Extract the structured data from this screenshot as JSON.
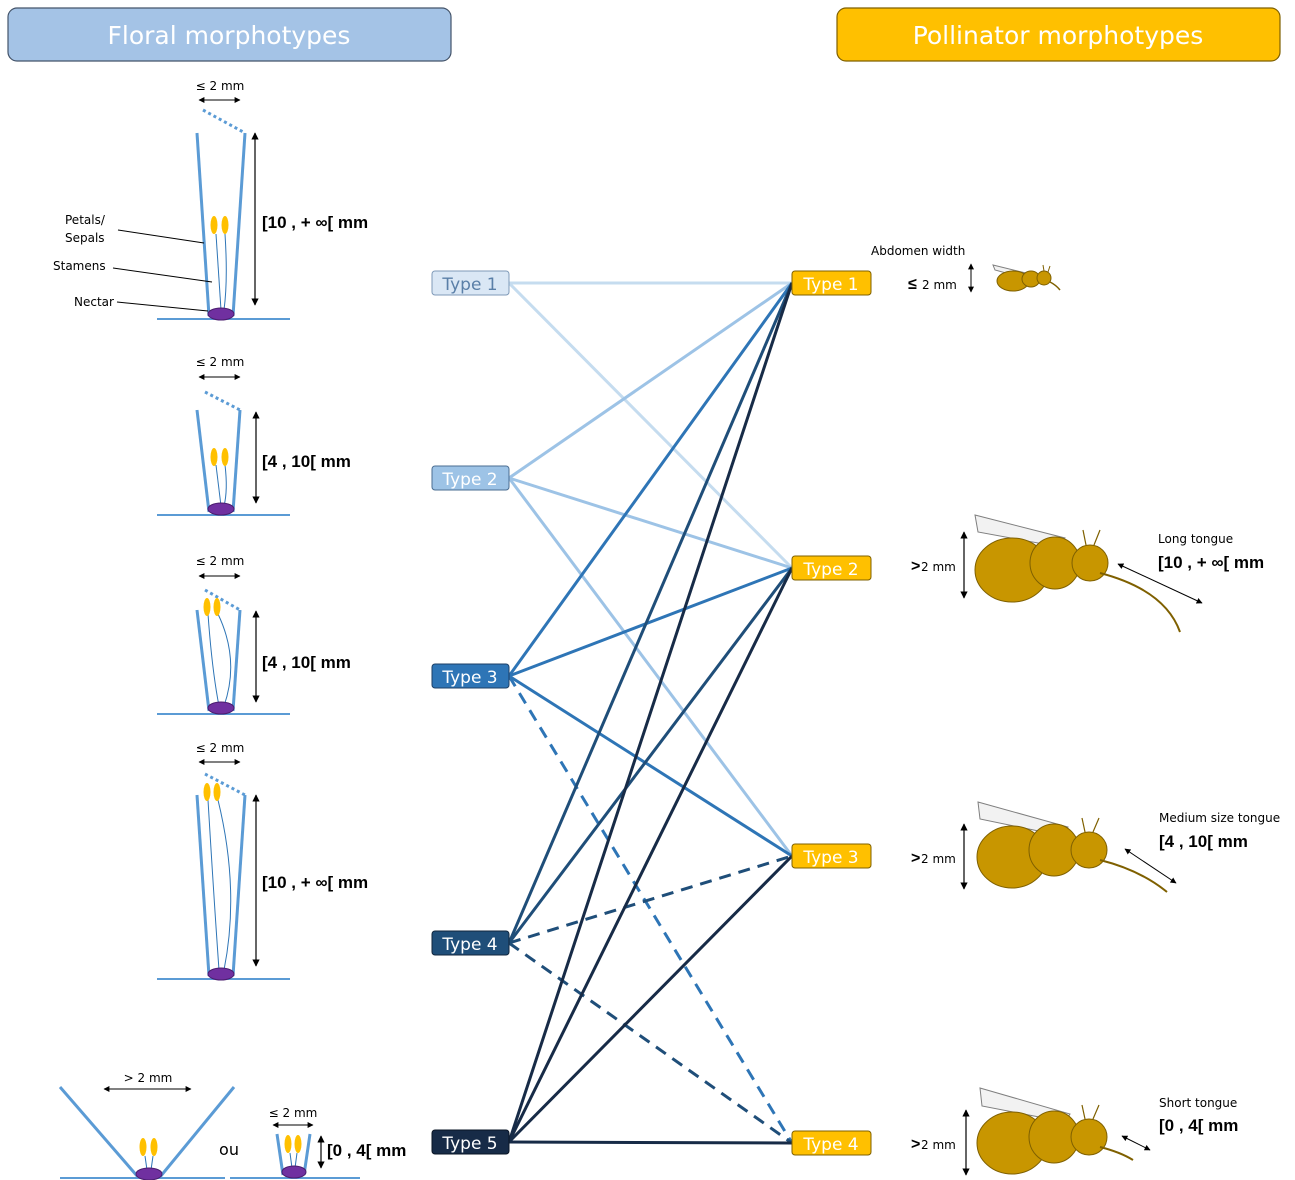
{
  "headers": {
    "floral": "Floral morphotypes",
    "pollinator": "Pollinator morphotypes"
  },
  "colors": {
    "floral_header_bg": "#a4c3e6",
    "pollinator_header_bg": "#ffc000",
    "insect_body": "#c89600",
    "anther": "#ffc000",
    "nectar": "#7030a0",
    "flower_line": "#5b9bd5"
  },
  "floral_types": [
    {
      "label": "Type 1",
      "fill": "#dae7f5",
      "text_color": "#5a7fa8"
    },
    {
      "label": "Type 2",
      "fill": "#9dc3e6",
      "text_color": "#ffffff"
    },
    {
      "label": "Type 3",
      "fill": "#2e75b6",
      "text_color": "#ffffff"
    },
    {
      "label": "Type 4",
      "fill": "#1f4e79",
      "text_color": "#ffffff"
    },
    {
      "label": "Type 5",
      "fill": "#172b47",
      "text_color": "#ffffff"
    }
  ],
  "pollinator_types": [
    {
      "label": "Type 1"
    },
    {
      "label": "Type 2"
    },
    {
      "label": "Type 3"
    },
    {
      "label": "Type 4"
    }
  ],
  "links": [
    {
      "from": 0,
      "to": 0,
      "color": "#c5dcef",
      "dashed": false
    },
    {
      "from": 0,
      "to": 1,
      "color": "#c5dcef",
      "dashed": false
    },
    {
      "from": 1,
      "to": 0,
      "color": "#9dc3e6",
      "dashed": false
    },
    {
      "from": 1,
      "to": 1,
      "color": "#9dc3e6",
      "dashed": false
    },
    {
      "from": 1,
      "to": 2,
      "color": "#9dc3e6",
      "dashed": false
    },
    {
      "from": 2,
      "to": 0,
      "color": "#2e75b6",
      "dashed": false
    },
    {
      "from": 2,
      "to": 1,
      "color": "#2e75b6",
      "dashed": false
    },
    {
      "from": 2,
      "to": 2,
      "color": "#2e75b6",
      "dashed": false
    },
    {
      "from": 2,
      "to": 3,
      "color": "#2e75b6",
      "dashed": true
    },
    {
      "from": 3,
      "to": 0,
      "color": "#1f4e79",
      "dashed": false
    },
    {
      "from": 3,
      "to": 1,
      "color": "#1f4e79",
      "dashed": false
    },
    {
      "from": 3,
      "to": 2,
      "color": "#1f4e79",
      "dashed": true
    },
    {
      "from": 3,
      "to": 3,
      "color": "#1f4e79",
      "dashed": true
    },
    {
      "from": 4,
      "to": 0,
      "color": "#172b47",
      "dashed": false
    },
    {
      "from": 4,
      "to": 1,
      "color": "#172b47",
      "dashed": false
    },
    {
      "from": 4,
      "to": 2,
      "color": "#172b47",
      "dashed": false
    },
    {
      "from": 4,
      "to": 3,
      "color": "#172b47",
      "dashed": false
    }
  ],
  "flower_annotations": {
    "petals": "Petals/",
    "sepals": "Sepals",
    "stamens": "Stamens",
    "nectar": "Nectar",
    "width_small": "≤ 2 mm",
    "width_large": "> 2 mm",
    "ou": "ou",
    "ranges": [
      "[10 , + ∞[ mm",
      "[4 , 10[ mm",
      "[4 , 10[ mm",
      "[10 , + ∞[ mm",
      "[0 , 4[ mm"
    ]
  },
  "pollinator_annotations": {
    "abdomen_width": "Abdomen width",
    "le2": "≤",
    "gt2": ">",
    "mm2": "2 mm",
    "long_tongue": "Long tongue",
    "long_range": "[10 , + ∞[ mm",
    "medium_tongue": "Medium size tongue",
    "medium_range": "[4 , 10[ mm",
    "short_tongue": "Short tongue",
    "short_range": "[0 , 4[ mm"
  }
}
